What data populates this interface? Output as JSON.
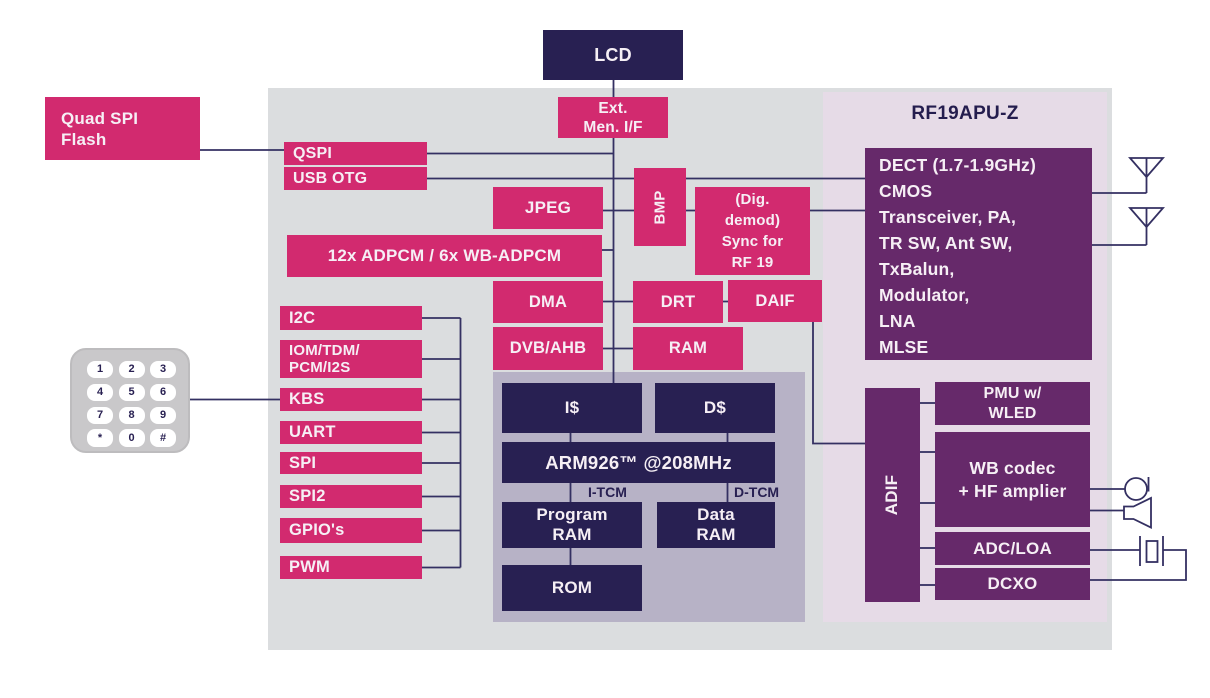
{
  "palette": {
    "magenta": "#d22a6f",
    "navy": "#282052",
    "purple": "#66296a",
    "panel_gray": "#dbdddf",
    "panel_pink": "#e6dbe7",
    "panel_lavender": "#b7b2c6",
    "wire": "#343062",
    "title_navy": "#241d4e"
  },
  "blocks": {
    "lcd": "LCD",
    "quad_spi_flash": "Quad SPI\nFlash",
    "ext_mem_if": "Ext.\nMen. I/F",
    "qspi": "QSPI",
    "usb_otg": "USB OTG",
    "jpeg": "JPEG",
    "adpcm": "12x ADPCM / 6x WB-ADPCM",
    "bmp": "BMP",
    "dig_demod": "(Dig.\ndemod)\nSync for\nRF 19",
    "dma": "DMA",
    "dvb_ahb": "DVB/AHB",
    "drt": "DRT",
    "daif": "DAIF",
    "ram": "RAM"
  },
  "peripherals": [
    "I2C",
    "IOM/TDM/\nPCM/I2S",
    "KBS",
    "UART",
    "SPI",
    "SPI2",
    "GPIO's",
    "PWM"
  ],
  "cpu": {
    "icache": "I$",
    "dcache": "D$",
    "core": "ARM926™ @208MHz",
    "itcm": "I-TCM",
    "dtcm": "D-TCM",
    "program_ram": "Program\nRAM",
    "data_ram": "Data\nRAM",
    "rom": "ROM"
  },
  "rf": {
    "title": "RF19APU-Z",
    "dect": "DECT (1.7-1.9GHz)\nCMOS\nTransceiver, PA,\nTR SW, Ant SW,\nTxBalun,\nModulator,\nLNA\nMLSE",
    "adif": "ADIF",
    "pmu": "PMU w/\nWLED",
    "wb_codec": "WB codec\n+ HF amplier",
    "adc_loa": "ADC/LOA",
    "dcxo": "DCXO"
  },
  "keypad": {
    "keys": [
      "1",
      "2",
      "3",
      "4",
      "5",
      "6",
      "7",
      "8",
      "9",
      "*",
      "0",
      "#"
    ]
  },
  "icons": [
    "antenna-icon",
    "antenna-icon",
    "earpiece-icon",
    "speaker-icon",
    "crystal-oscillator-icon"
  ]
}
